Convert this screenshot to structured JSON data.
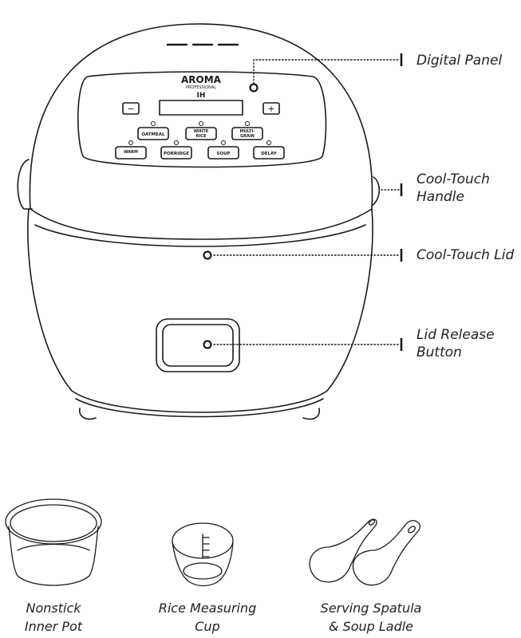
{
  "brand": {
    "name": "AROMA",
    "sub": "PROFESSIONAL",
    "badge": "IH"
  },
  "control_panel": {
    "minus_label": "−",
    "plus_label": "+",
    "buttons": {
      "oatmeal": "OATMEAL",
      "white_rice_1": "WHITE",
      "white_rice_2": "RICE",
      "multi_grain_1": "MULTI-",
      "multi_grain_2": "GRAIN",
      "warm": "WARM",
      "porridge": "PORRIDGE",
      "soup": "SOUP",
      "delay": "DELAY"
    }
  },
  "callouts": {
    "digital_panel": [
      "Digital Panel"
    ],
    "cool_touch_handle": [
      "Cool-Touch",
      "Handle"
    ],
    "cool_touch_lid": [
      "Cool-Touch Lid"
    ],
    "lid_release_button": [
      "Lid Release",
      "Button"
    ]
  },
  "accessories": {
    "inner_pot": [
      "Nonstick",
      "Inner Pot"
    ],
    "measuring_cup": [
      "Rice Measuring",
      "Cup"
    ],
    "spatula_ladle": [
      "Serving Spatula",
      "& Soup Ladle"
    ]
  },
  "colors": {
    "line": "#1a1a1a",
    "background": "#ffffff"
  }
}
